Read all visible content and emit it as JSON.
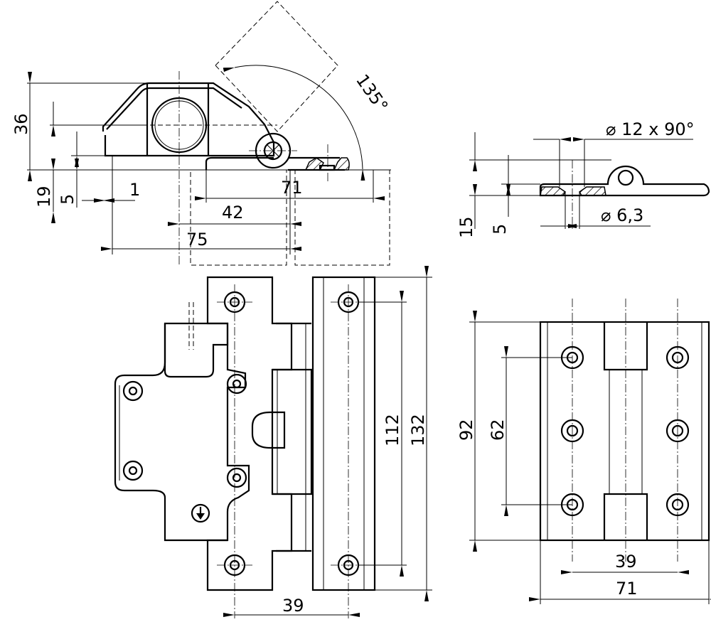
{
  "side_view": {
    "height_36": "36",
    "height_19": "19",
    "height_5": "5",
    "offset_1": "1",
    "width_71": "71",
    "width_42": "42",
    "width_75": "75",
    "angle": "135°"
  },
  "detail_view": {
    "countersink": "⌀ 12 x 90°",
    "hole": "⌀ 6,3",
    "height_15": "15",
    "height_5": "5"
  },
  "front_view": {
    "height_112": "112",
    "height_132": "132",
    "spacing_39": "39"
  },
  "back_view": {
    "height_92": "92",
    "height_62": "62",
    "spacing_39": "39",
    "width_71": "71"
  }
}
